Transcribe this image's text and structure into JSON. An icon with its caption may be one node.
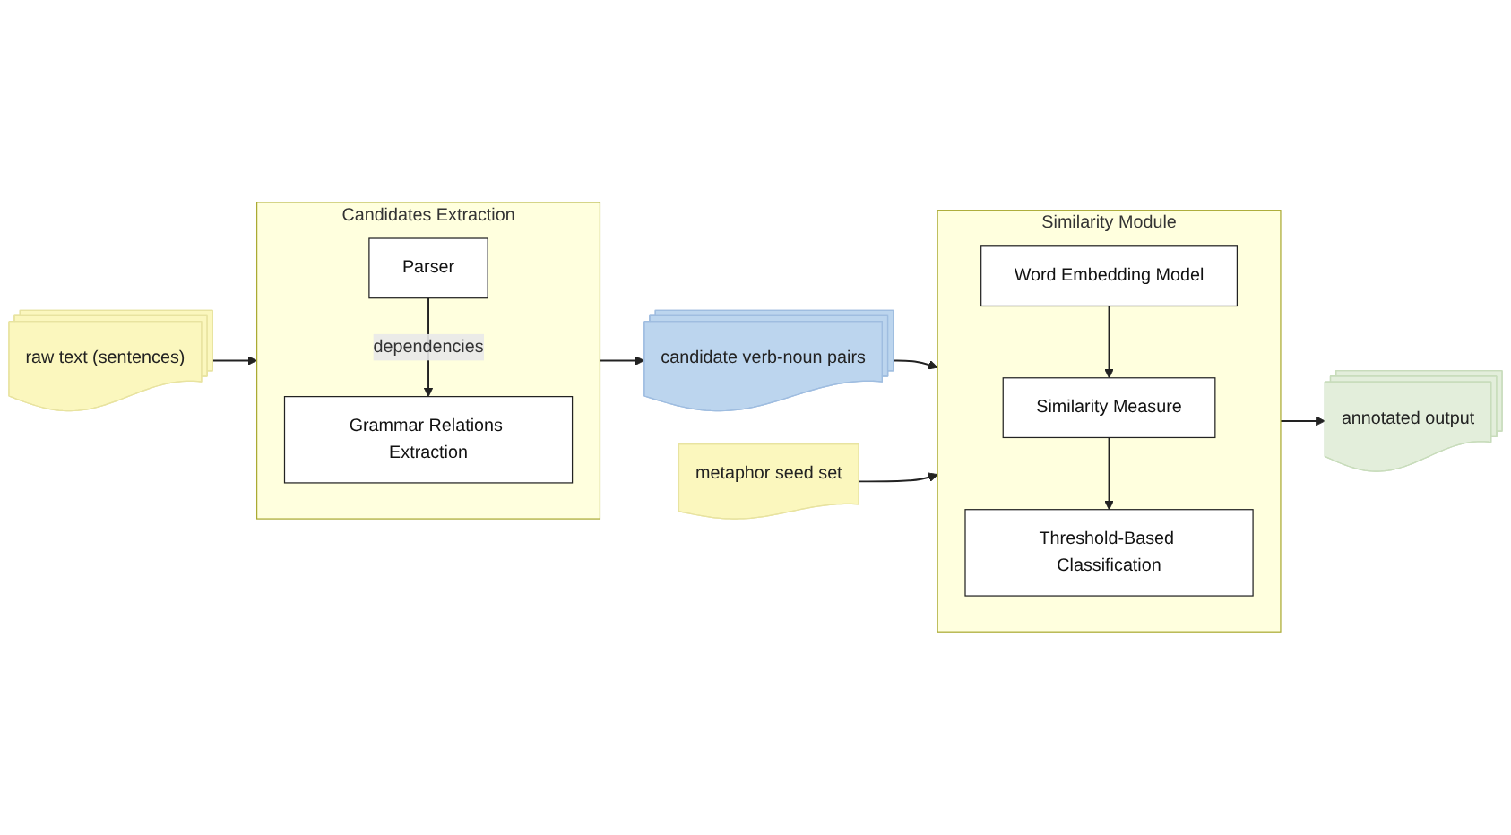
{
  "diagram": {
    "nodes": [
      {
        "text": [
          "raw text (sentences)"
        ]
      },
      {
        "text": [
          "Candidates Extraction"
        ]
      },
      {
        "text": [
          "Parser"
        ],
        "in": 1
      },
      {
        "text": [
          "Grammar Relations Extraction"
        ],
        "in": 1
      },
      {
        "text": [
          "candidate verb-noun pairs"
        ]
      },
      {
        "text": [
          "metaphor seed set"
        ]
      },
      {
        "text": [
          "Similarity Module"
        ]
      },
      {
        "text": [
          "Word Embedding Model"
        ],
        "in": 6
      },
      {
        "text": [
          "Similarity Measure"
        ],
        "in": 6
      },
      {
        "text": [
          "Threshold-Based Classification"
        ],
        "in": 6
      },
      {
        "text": [
          "annotated output"
        ]
      }
    ],
    "edges": [
      {
        "from": 0,
        "to": 1,
        "arrow": "to"
      },
      {
        "from": 2,
        "to": 3,
        "arrow": "to",
        "label": "dependencies"
      },
      {
        "from": 1,
        "to": 4,
        "arrow": "to"
      },
      {
        "from": 4,
        "to": 6,
        "arrow": "to"
      },
      {
        "from": 5,
        "to": 6,
        "arrow": "to"
      },
      {
        "from": 7,
        "to": 8,
        "arrow": "to"
      },
      {
        "from": 8,
        "to": 9,
        "arrow": "to"
      },
      {
        "from": 6,
        "to": 10,
        "arrow": "to"
      }
    ]
  }
}
